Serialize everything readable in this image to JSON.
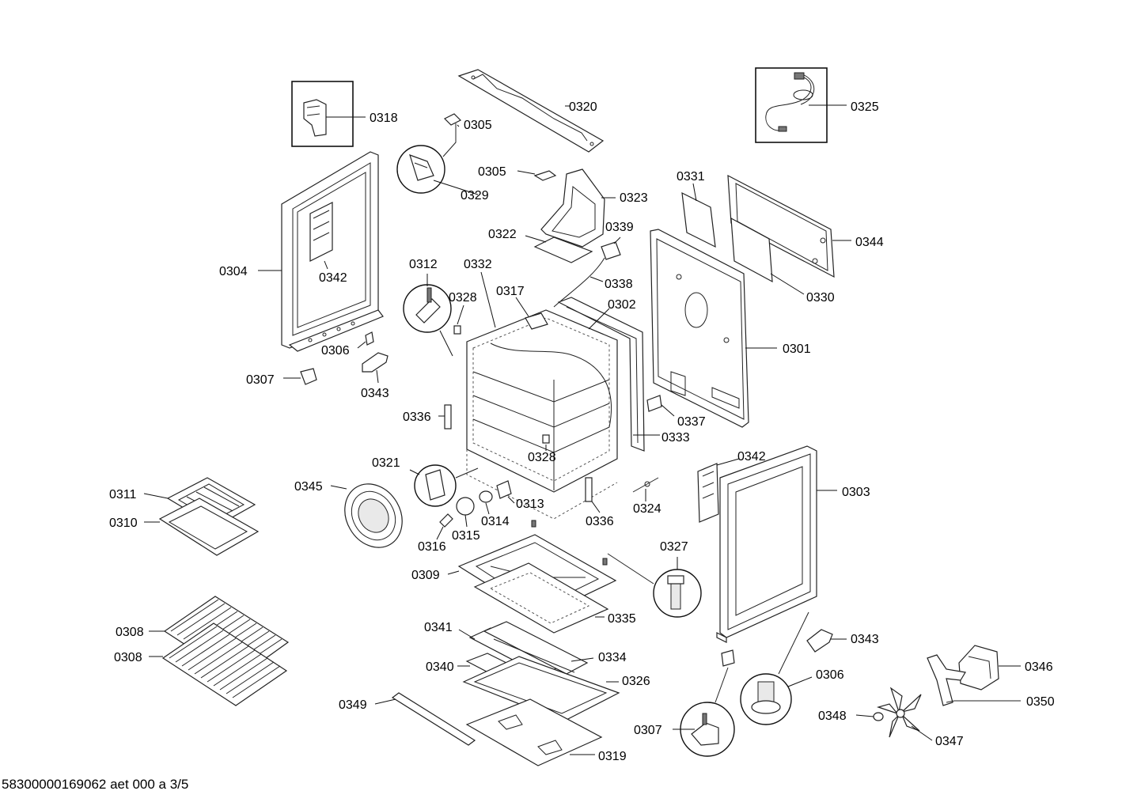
{
  "footer": {
    "code": "58300000169062 aet 000 a 3/5"
  },
  "labels": {
    "p0301": "0301",
    "p0302": "0302",
    "p0303": "0303",
    "p0304": "0304",
    "p0305a": "0305",
    "p0305b": "0305",
    "p0306a": "0306",
    "p0306b": "0306",
    "p0307a": "0307",
    "p0307b": "0307",
    "p0308a": "0308",
    "p0308b": "0308",
    "p0309": "0309",
    "p0310": "0310",
    "p0311": "0311",
    "p0312": "0312",
    "p0313": "0313",
    "p0314": "0314",
    "p0315": "0315",
    "p0316": "0316",
    "p0317": "0317",
    "p0318": "0318",
    "p0319": "0319",
    "p0320": "0320",
    "p0321": "0321",
    "p0322": "0322",
    "p0323": "0323",
    "p0324": "0324",
    "p0325": "0325",
    "p0326": "0326",
    "p0327": "0327",
    "p0328a": "0328",
    "p0328b": "0328",
    "p0329": "0329",
    "p0330": "0330",
    "p0331": "0331",
    "p0332": "0332",
    "p0333": "0333",
    "p0334": "0334",
    "p0335": "0335",
    "p0336a": "0336",
    "p0336b": "0336",
    "p0337": "0337",
    "p0338": "0338",
    "p0339": "0339",
    "p0340": "0340",
    "p0341": "0341",
    "p0342a": "0342",
    "p0342b": "0342",
    "p0343a": "0343",
    "p0343b": "0343",
    "p0344": "0344",
    "p0345": "0345",
    "p0346": "0346",
    "p0347": "0347",
    "p0348": "0348",
    "p0349": "0349",
    "p0350": "0350"
  }
}
